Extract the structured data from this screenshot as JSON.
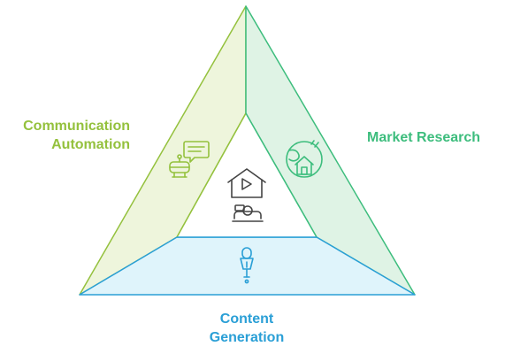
{
  "segments": {
    "left": {
      "label_lines": [
        "Communication",
        "Automation"
      ],
      "icon": "robot-chat-icon",
      "color": "#94c13d",
      "fill": "#eef5dc"
    },
    "right": {
      "label_lines": [
        "Market Research"
      ],
      "icon": "globe-house-icon",
      "color": "#3dbd7d",
      "fill": "#dff3e5"
    },
    "bottom": {
      "label_lines": [
        "Content",
        "Generation"
      ],
      "icon": "pen-icon",
      "color": "#2a9fd6",
      "fill": "#dff4fb"
    },
    "center": {
      "icon": "house-video-person-icon",
      "color": "#444444"
    }
  }
}
